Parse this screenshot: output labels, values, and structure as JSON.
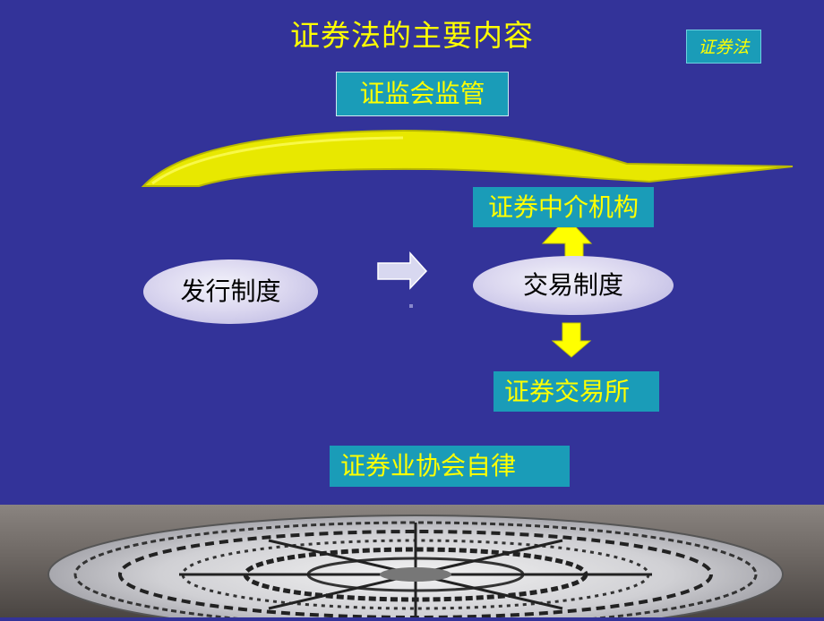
{
  "slide": {
    "title": "证券法的主要内容",
    "tag": "证券法"
  },
  "diagram": {
    "regulator": "证监会监管",
    "intermediaries": "证券中介机构",
    "issuance": "发行制度",
    "trading": "交易制度",
    "exchange": "证券交易所",
    "self_regulation": "证券业协会自律"
  },
  "colors": {
    "background": "#333399",
    "text_highlight": "#FFFF00",
    "box_fill": "#1A9CB8",
    "arrow_yellow": "#FFFF00",
    "arrow_shadow": "#C8C800"
  }
}
